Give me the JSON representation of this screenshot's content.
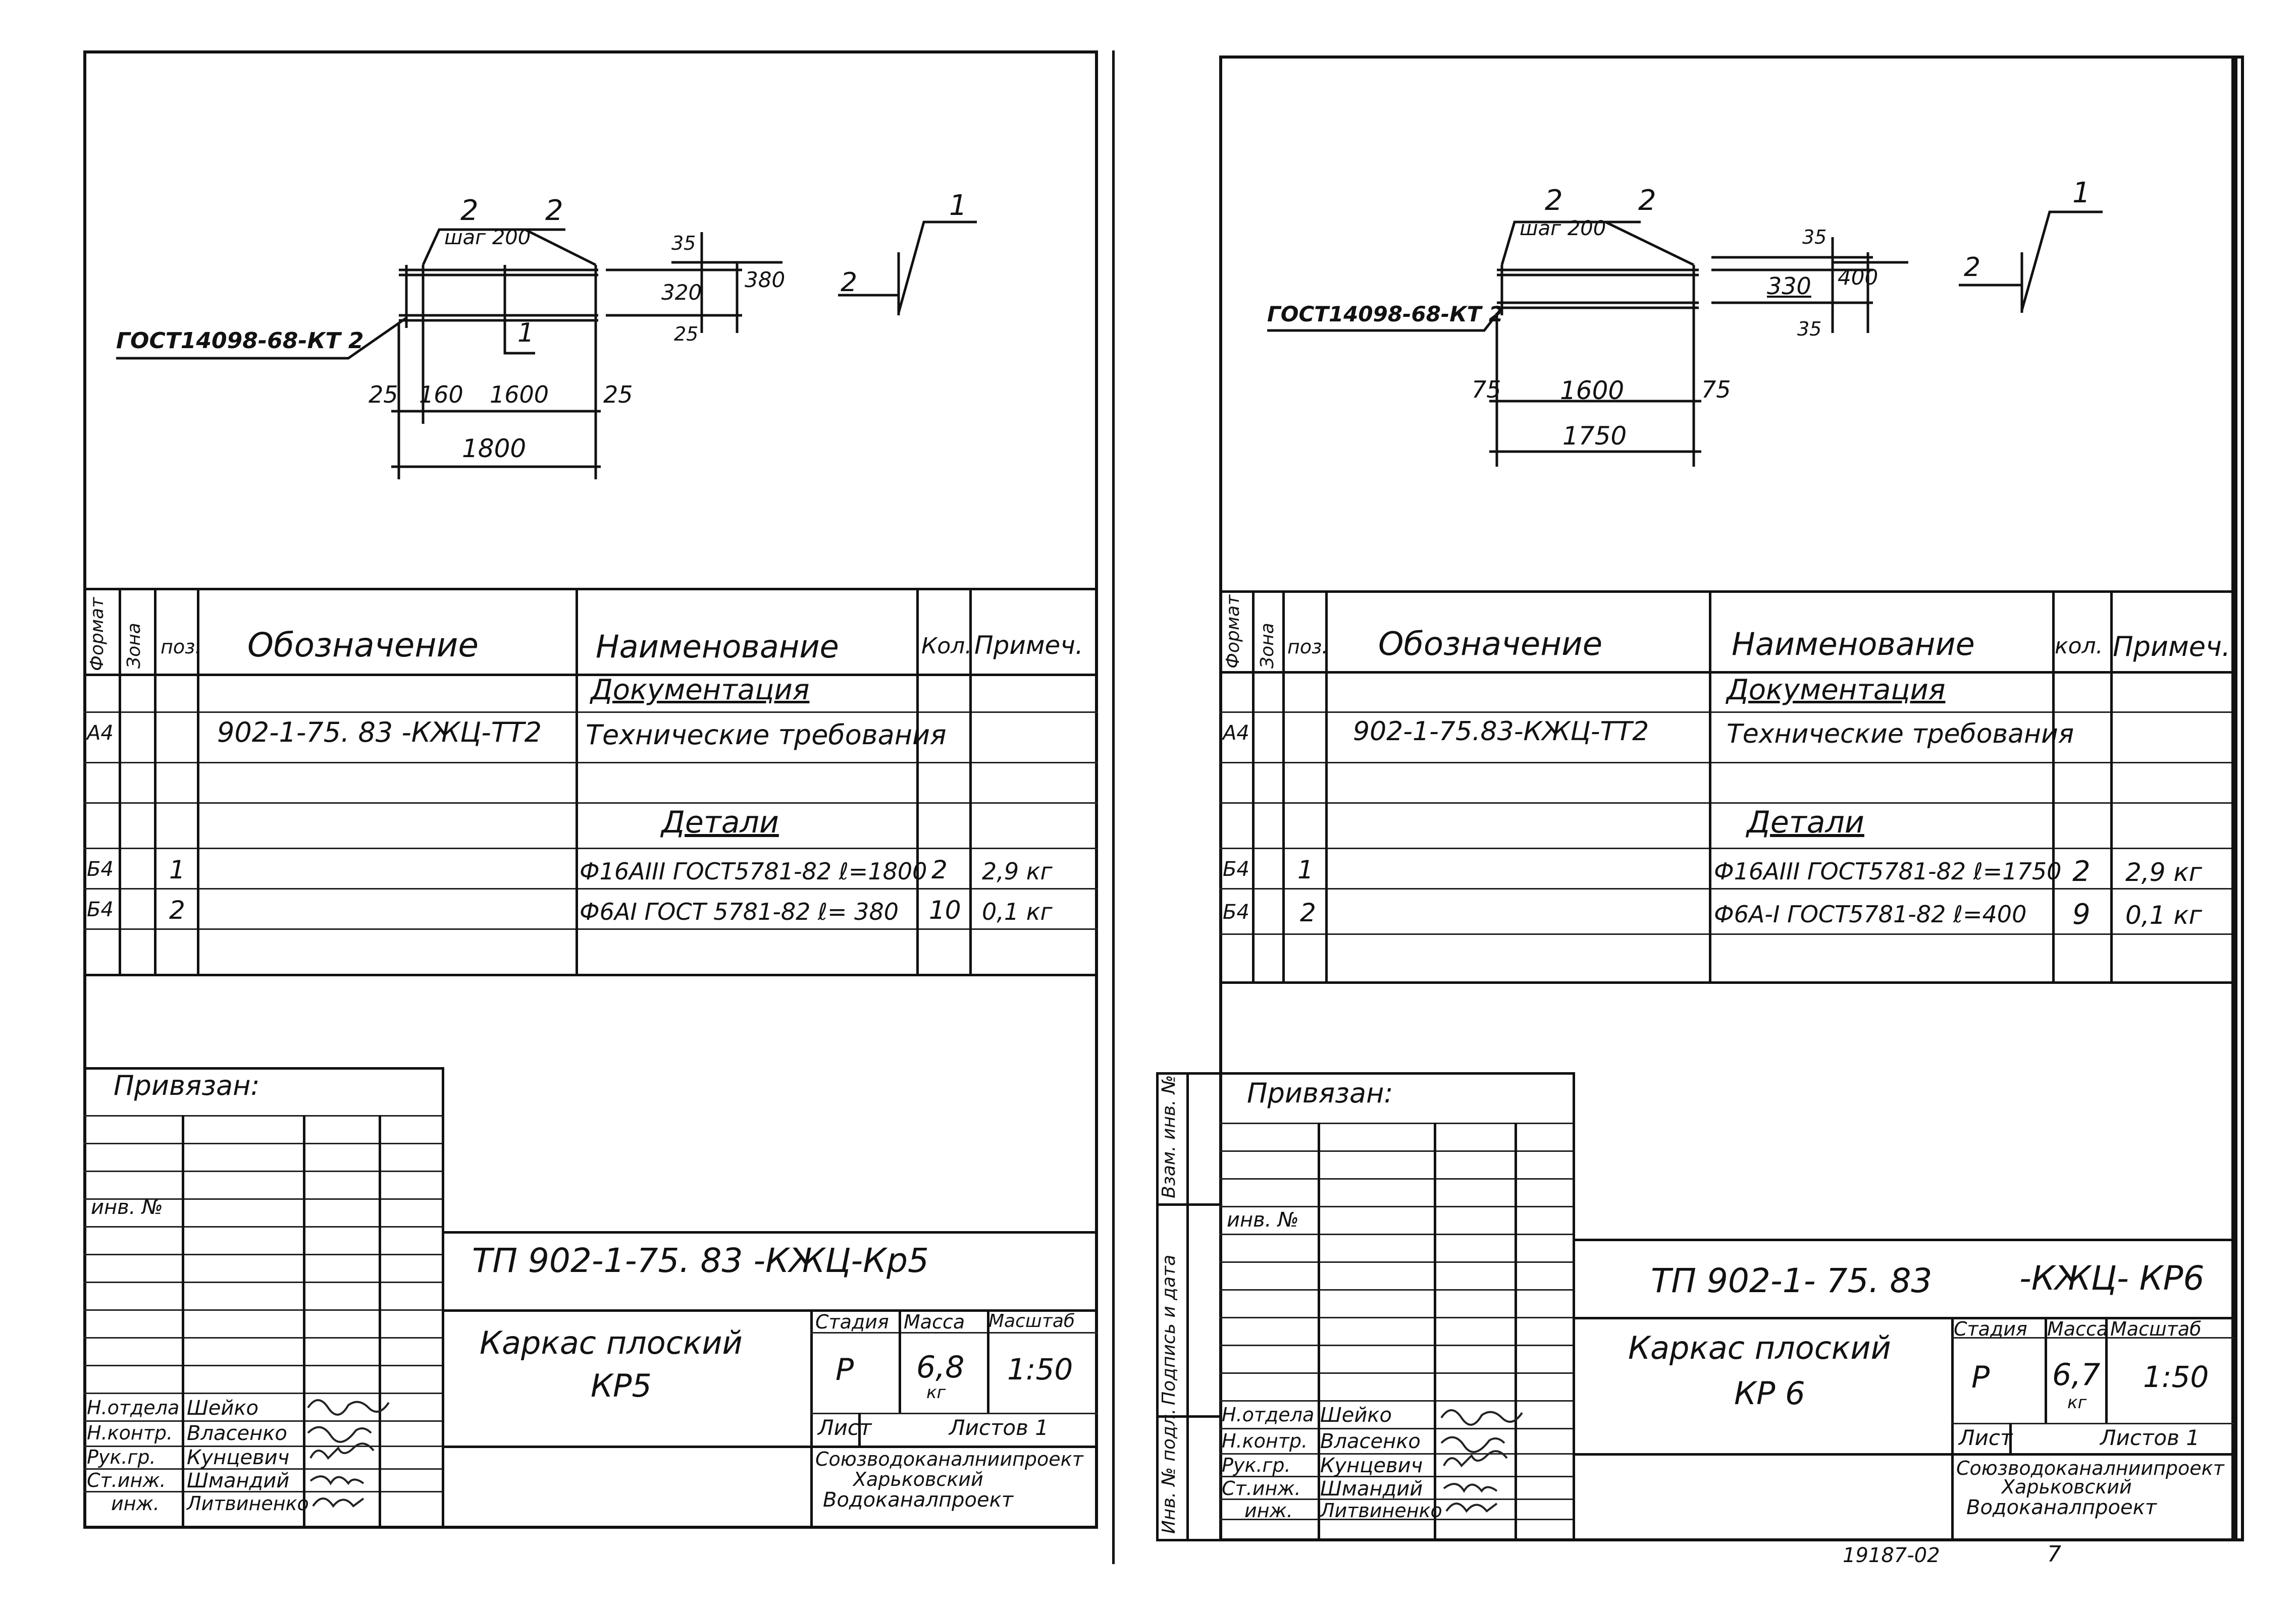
{
  "sheets": [
    {
      "id": "left",
      "drawing": {
        "pos_top_left": "2",
        "pos_top_right": "2",
        "step_label": "шаг 200",
        "pos_right_top": "1",
        "pos_right_left": "2",
        "gost_label": "ГОСТ14098-68-КТ 2",
        "pos_bottom_1": "1",
        "dim_35": "35",
        "dim_inner": "320",
        "dim_outer": "380",
        "dim_25v": "25",
        "dim_left_a": "25",
        "dim_left_b": "160",
        "dim_mid": "1600",
        "dim_right": "25",
        "dim_total": "1800"
      },
      "spec": {
        "headers": {
          "format": "Формат",
          "zone": "Зона",
          "pos": "поз.",
          "designation": "Обозначение",
          "name": "Наименование",
          "qty": "Кол.",
          "note": "Примеч."
        },
        "section_docs": "Документация",
        "doc_row": {
          "format": "А4",
          "designation": "902-1-75. 83  -КЖЦ-ТТ2",
          "name": "Технические требования"
        },
        "section_parts": "Детали",
        "rows": [
          {
            "format": "Б4",
            "pos": "1",
            "name": "Ф16АIII ГОСТ5781-82 ℓ=1800",
            "qty": "2",
            "note": "2,9 кг"
          },
          {
            "format": "Б4",
            "pos": "2",
            "name": "Ф6АI  ГОСТ 5781-82 ℓ= 380",
            "qty": "10",
            "note": "0,1 кг"
          }
        ]
      },
      "stamp": {
        "bound": "Привязан:",
        "inv": "инв. №",
        "code": "ТП 902-1-75. 83 -КЖЦ-Кр5",
        "title_l1": "Каркас  плоский",
        "title_l2": "КР5",
        "stage_h": "Стадия",
        "mass_h": "Масса",
        "scale_h": "Масштаб",
        "stage": "Р",
        "mass": "6,8",
        "mass_unit": "кг",
        "scale": "1:50",
        "sheet": "Лист",
        "sheets": "Листов 1",
        "org1": "Союзводоканалниипроект",
        "org2": "Харьковский",
        "org3": "Водоканалпроект",
        "people": [
          {
            "role": "Н.отдела",
            "name": "Шейко"
          },
          {
            "role": "Н.контр.",
            "name": "Власенко"
          },
          {
            "role": "Рук.гр.",
            "name": "Кунцевич"
          },
          {
            "role": "Ст.инж.",
            "name": "Шмандий"
          },
          {
            "role": "инж.",
            "name": "Литвиненко"
          }
        ]
      }
    },
    {
      "id": "right",
      "drawing": {
        "pos_top_left": "2",
        "pos_top_right": "2",
        "step_label": "шаг 200",
        "pos_right_top": "1",
        "pos_right_left": "2",
        "gost_label": "ГОСТ14098-68-КТ 2",
        "dim_35": "35",
        "dim_inner": "330",
        "dim_outer": "400",
        "dim_35b": "35",
        "dim_left_a": "75",
        "dim_mid": "1600",
        "dim_right": "75",
        "dim_total": "1750"
      },
      "spec": {
        "headers": {
          "format": "Формат",
          "zone": "Зона",
          "pos": "поз.",
          "designation": "Обозначение",
          "name": "Наименование",
          "qty": "кол.",
          "note": "Примеч."
        },
        "section_docs": "Документация",
        "doc_row": {
          "format": "А4",
          "designation": "902-1-75.83-КЖЦ-ТТ2",
          "name": "Технические требования"
        },
        "section_parts": "Детали",
        "rows": [
          {
            "format": "Б4",
            "pos": "1",
            "name": "Ф16АIII ГОСТ5781-82 ℓ=1750",
            "qty": "2",
            "note": "2,9 кг"
          },
          {
            "format": "Б4",
            "pos": "2",
            "name": "Ф6А-I ГОСТ5781-82 ℓ=400",
            "qty": "9",
            "note": "0,1 кг"
          }
        ]
      },
      "stamp": {
        "bound": "Привязан:",
        "inv": "инв. №",
        "code_a": "ТП 902-1- 75. 83",
        "code_b": "-КЖЦ- КР6",
        "title_l1": "Каркас  плоский",
        "title_l2": "КР 6",
        "stage_h": "Стадия",
        "mass_h": "Масса",
        "scale_h": "Масштаб",
        "stage": "Р",
        "mass": "6,7",
        "mass_unit": "кг",
        "scale": "1:50",
        "sheet": "Лист",
        "sheets": "Листов 1",
        "org1": "Союзводоканалниипроект",
        "org2": "Харьковский",
        "org3": "Водоканалпроект",
        "side_labels": [
          "Инв. № подл.",
          "Подпись и дата",
          "Взам. инв. №"
        ],
        "people": [
          {
            "role": "Н.отдела",
            "name": "Шейко"
          },
          {
            "role": "Н.контр.",
            "name": "Власенко"
          },
          {
            "role": "Рук.гр.",
            "name": "Кунцевич"
          },
          {
            "role": "Ст.инж.",
            "name": "Шмандий"
          },
          {
            "role": "инж.",
            "name": "Литвиненко"
          }
        ]
      }
    }
  ],
  "footer_number": "19187-02",
  "footer_page": "7"
}
